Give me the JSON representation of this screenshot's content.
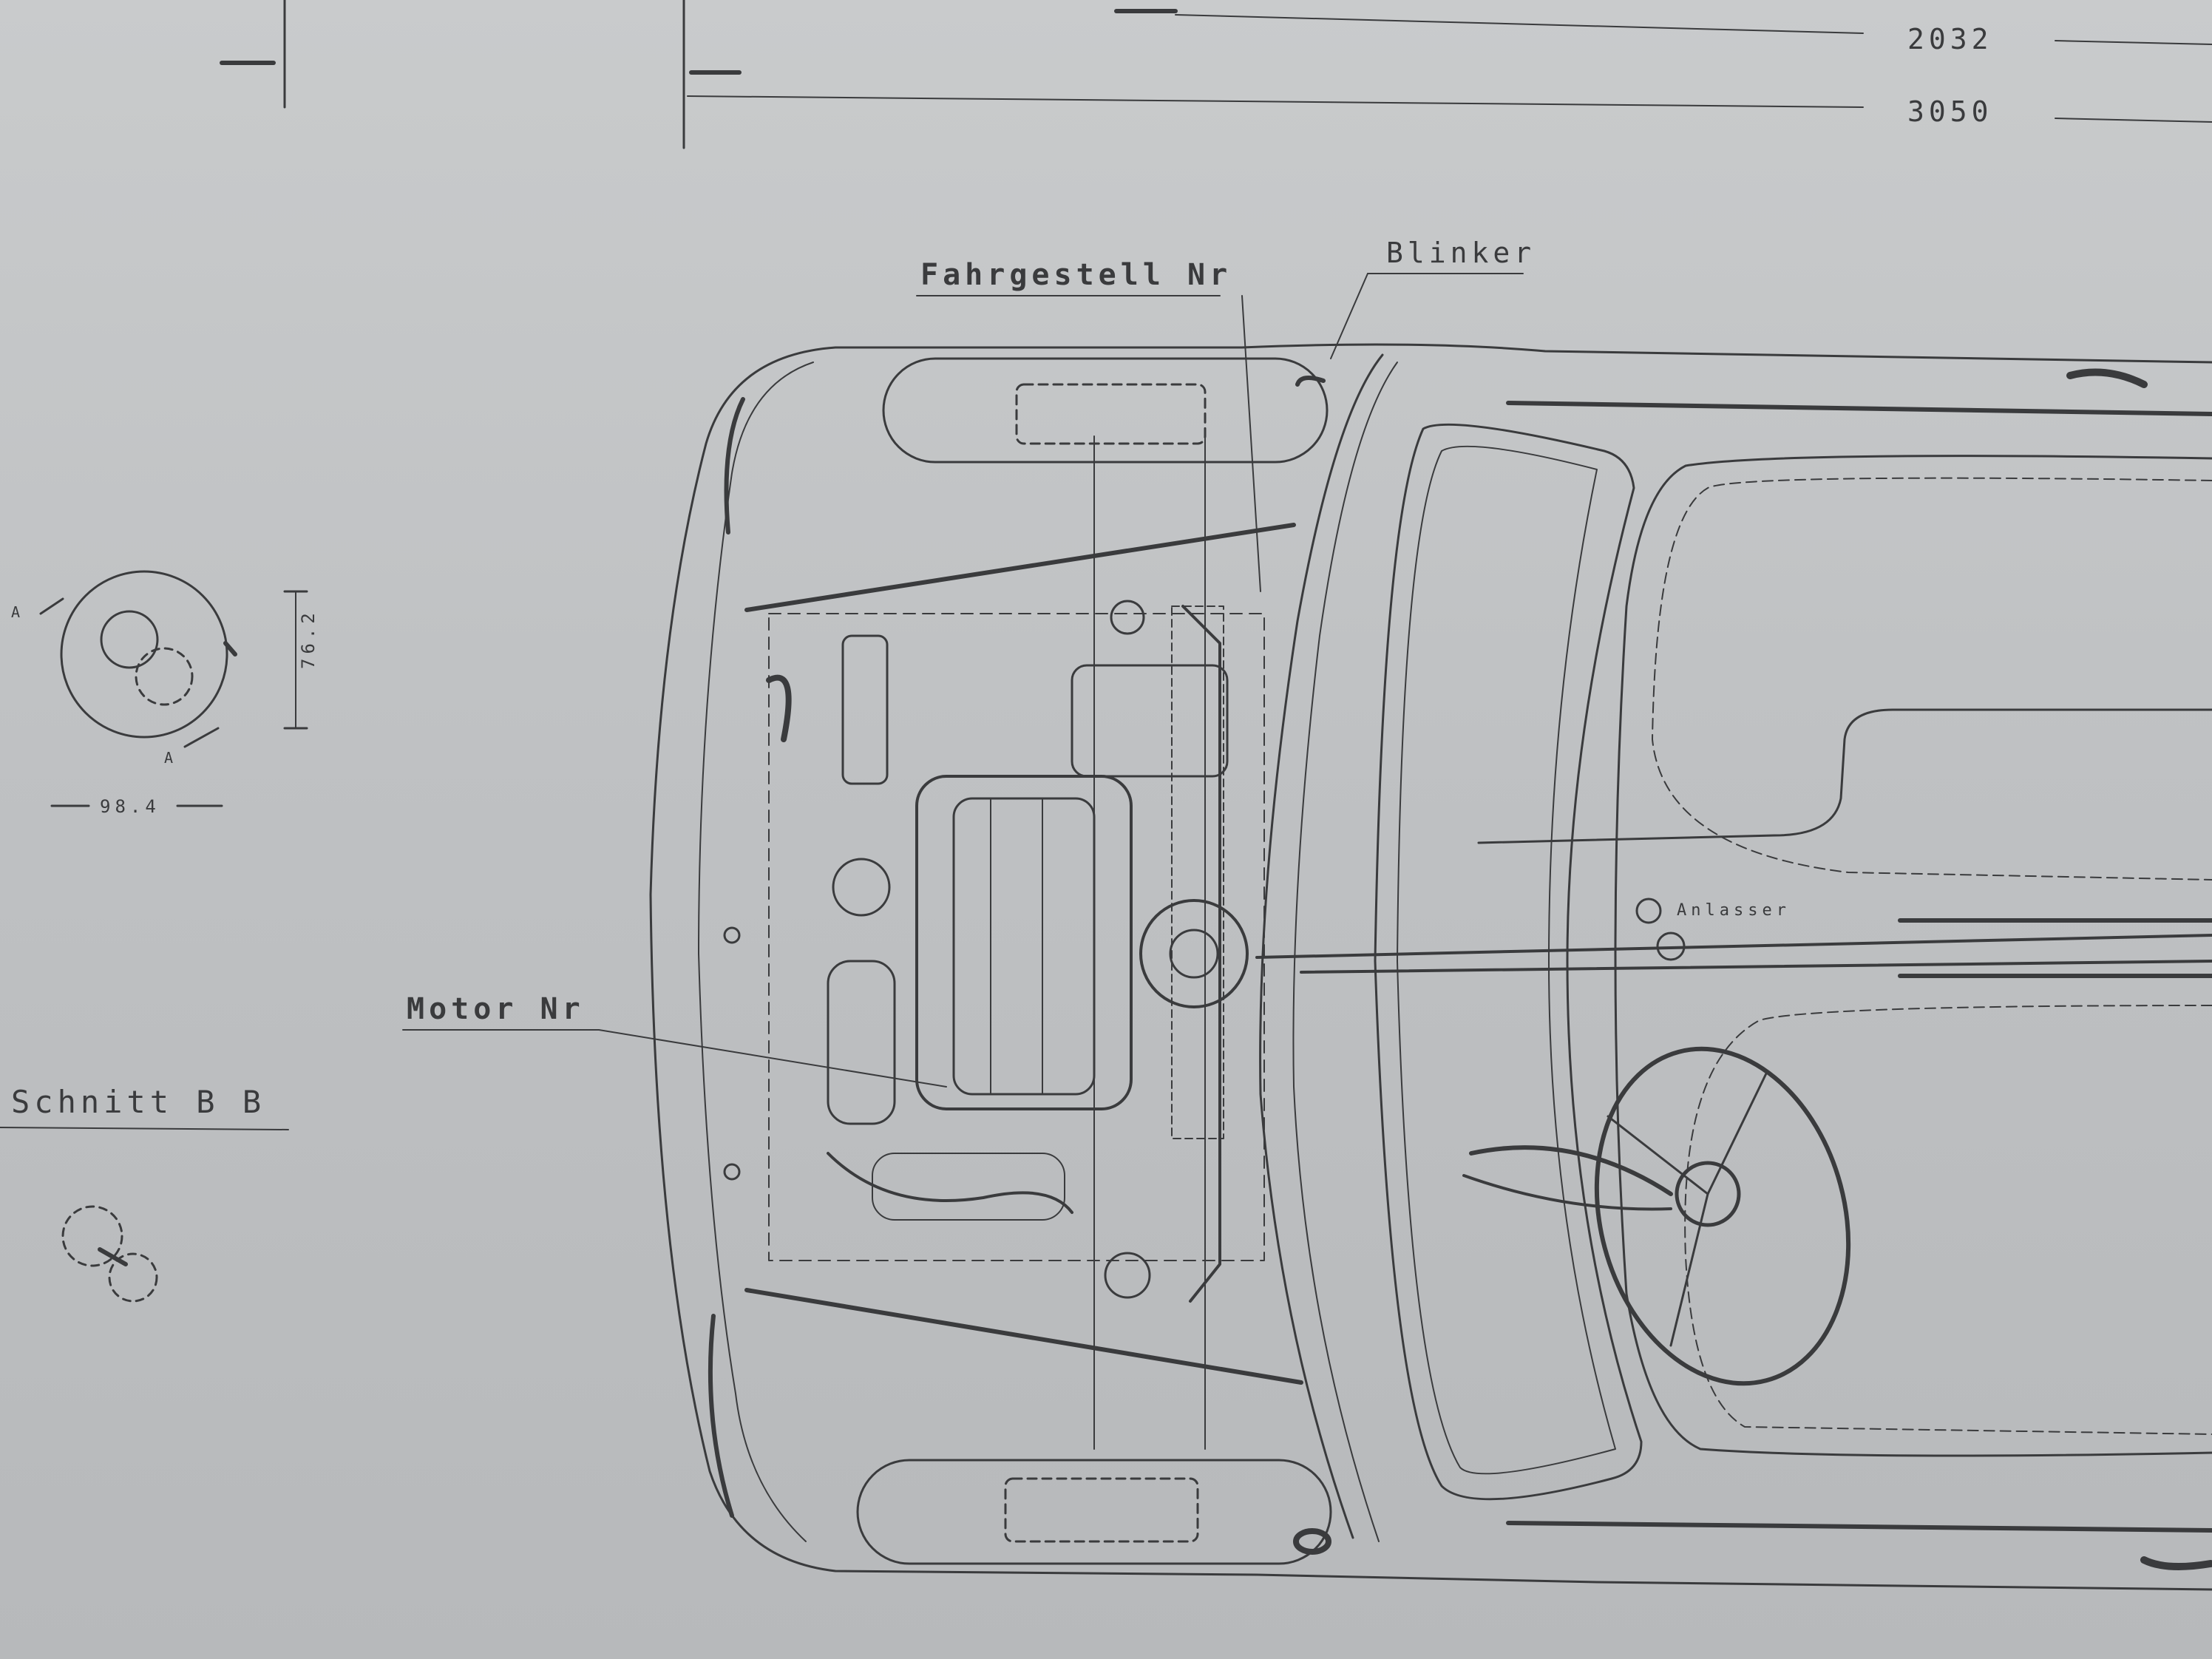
{
  "dimensions": {
    "overall_width": "2032",
    "overall_length": "3050"
  },
  "labels": {
    "chassis_number": "Fahrgestell Nr",
    "indicator": "Blinker",
    "engine_number": "Motor Nr",
    "section": "Schnitt B B",
    "starter": "Anlasser"
  },
  "detail": {
    "height_value": "76.2",
    "width_value": "98.4",
    "arrow_label_top": "A",
    "arrow_label_bottom": "A"
  },
  "colors": {
    "paper": "#c3c5c7",
    "ink": "#3a3b3d"
  }
}
